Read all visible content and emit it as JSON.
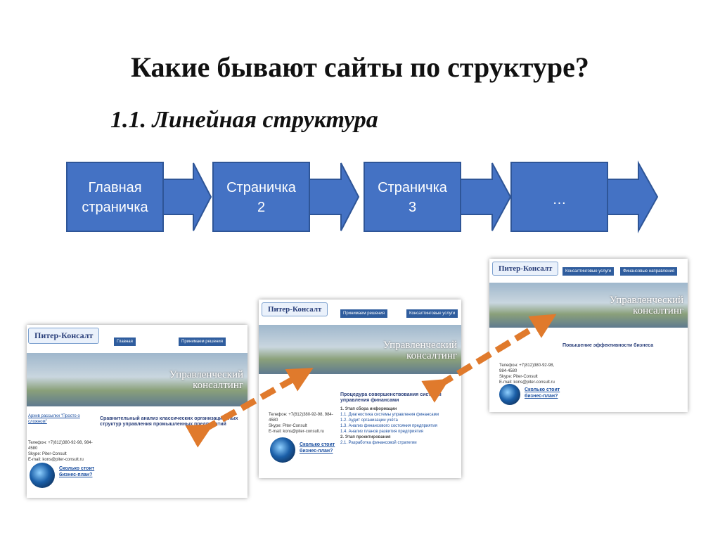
{
  "slide": {
    "title": "Какие бывают сайты по структуре?",
    "subtitle": "1.1. Линейная структура"
  },
  "flow": {
    "box_fill": "#4472c4",
    "box_stroke": "#2e5597",
    "nodes": [
      {
        "lines": [
          "Главная",
          "страничка"
        ]
      },
      {
        "lines": [
          "Страничка",
          "2"
        ]
      },
      {
        "lines": [
          "Страничка",
          "3"
        ]
      },
      {
        "lines": [
          "…"
        ]
      }
    ]
  },
  "screenshots": {
    "arrow_color": "#e07a2c",
    "left": {
      "logo": "Питер-Консалт",
      "tabs": [
        "Главная",
        "Принимаем решения"
      ],
      "banner": [
        "Управленческий",
        "консалтинг"
      ],
      "side_lines": [
        "Архив рассылки \"Просто о сложном\"",
        "Телефон: +7(812)380-92-98, 984-4580",
        "Skype: Piter-Consult",
        "E-mail: kons@piter-consult.ru"
      ],
      "biz_link": [
        "Сколько стоит",
        "бизнес-план?"
      ],
      "article_title": "Сравнительный анализ классических организационных структур управления промышленных предприятий"
    },
    "middle": {
      "logo": "Питер-Консалт",
      "tabs": [
        "Принимаем решения",
        "Консалтинговые услуги"
      ],
      "banner": [
        "Управленческий",
        "консалтинг"
      ],
      "side_lines": [
        "Телефон: +7(812)380-92-98, 984-4580",
        "Skype: Piter-Consult",
        "E-mail: kons@piter-consult.ru"
      ],
      "biz_link": [
        "Сколько стоит",
        "бизнес-план?"
      ],
      "article_title": "Процедура совершенствования системы управления финансами",
      "list": [
        "1. Этап сбора информации",
        "1.1. Диагностика системы управления финансами",
        "1.2. Аудит организации учёта",
        "1.3. Анализ финансового состояния предприятия",
        "1.4. Анализ планов развития предприятия",
        "2. Этап проектирования",
        "2.1. Разработка финансовой стратегии"
      ]
    },
    "right": {
      "logo": "Питер-Консалт",
      "tabs": [
        "Консалтинговые услуги",
        "Финансовые направления"
      ],
      "banner": [
        "Управленческий",
        "консалтинг"
      ],
      "side_lines": [
        "Телефон: +7(812)380-92-98, 984-4580",
        "Skype: Piter-Consult",
        "E-mail: kons@piter-consult.ru"
      ],
      "biz_link": [
        "Сколько стоит",
        "бизнес-план?"
      ],
      "article_title": "Повышение эффективности бизнеса"
    }
  }
}
